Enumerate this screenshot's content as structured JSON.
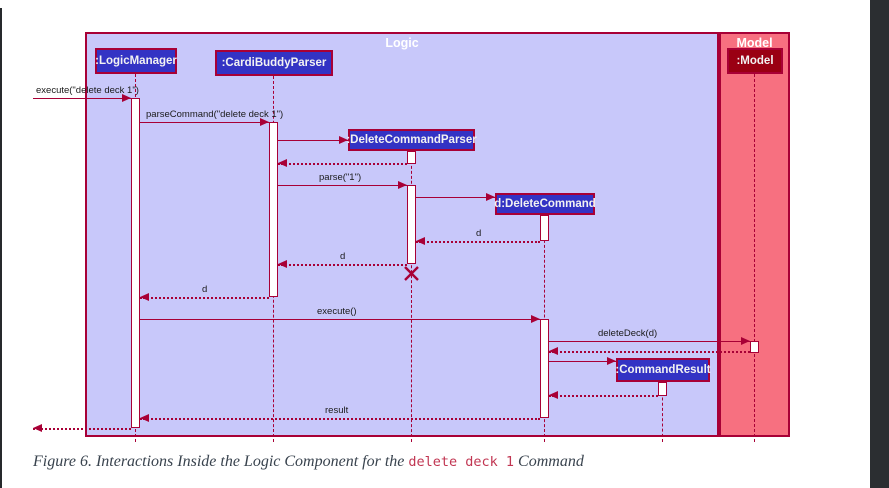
{
  "page": {
    "left_edge_color": "#26292c",
    "right_panel_color": "#2b2e31"
  },
  "diagram": {
    "frames": [
      {
        "title": "Logic",
        "bg": "#C8C8FA",
        "border": "#A80036"
      },
      {
        "title": "Model",
        "bg": "#F77080",
        "border": "#A80036"
      }
    ],
    "participants": [
      {
        "name": ":LogicManager",
        "fill": "#3333C4"
      },
      {
        "name": ":CardiBuddyParser",
        "fill": "#3333C4"
      },
      {
        "name": ":DeleteCommandParser",
        "fill": "#3333C4"
      },
      {
        "name": "d:DeleteCommand",
        "fill": "#3333C4"
      },
      {
        "name": ":CommandResult",
        "fill": "#3333C4"
      },
      {
        "name": ":Model",
        "fill": "#9A0013"
      }
    ],
    "messages": [
      {
        "label": "execute(\"delete deck 1\")",
        "from": "caller",
        "to": ":LogicManager",
        "style": "solid"
      },
      {
        "label": "parseCommand(\"delete deck 1\")",
        "from": ":LogicManager",
        "to": ":CardiBuddyParser",
        "style": "solid"
      },
      {
        "label": "",
        "from": ":CardiBuddyParser",
        "to": ":DeleteCommandParser",
        "style": "solid-create"
      },
      {
        "label": "",
        "from": ":DeleteCommandParser",
        "to": ":CardiBuddyParser",
        "style": "return"
      },
      {
        "label": "parse(\"1\")",
        "from": ":CardiBuddyParser",
        "to": ":DeleteCommandParser",
        "style": "solid"
      },
      {
        "label": "",
        "from": ":DeleteCommandParser",
        "to": "d:DeleteCommand",
        "style": "solid-create"
      },
      {
        "label": "d",
        "from": "d:DeleteCommand",
        "to": ":DeleteCommandParser",
        "style": "return"
      },
      {
        "label": "d",
        "from": ":DeleteCommandParser",
        "to": ":CardiBuddyParser",
        "style": "return"
      },
      {
        "label": "d",
        "from": ":CardiBuddyParser",
        "to": ":LogicManager",
        "style": "return"
      },
      {
        "label": "execute()",
        "from": ":LogicManager",
        "to": "d:DeleteCommand",
        "style": "solid"
      },
      {
        "label": "deleteDeck(d)",
        "from": "d:DeleteCommand",
        "to": ":Model",
        "style": "solid"
      },
      {
        "label": "",
        "from": ":Model",
        "to": "d:DeleteCommand",
        "style": "return"
      },
      {
        "label": "",
        "from": "d:DeleteCommand",
        "to": ":CommandResult",
        "style": "solid-create"
      },
      {
        "label": "",
        "from": ":CommandResult",
        "to": "d:DeleteCommand",
        "style": "return"
      },
      {
        "label": "result",
        "from": "d:DeleteCommand",
        "to": ":LogicManager",
        "style": "return"
      },
      {
        "label": "",
        "from": ":LogicManager",
        "to": "caller",
        "style": "return"
      }
    ],
    "colors": {
      "arrow": "#A80036",
      "activation_fill": "#ffffff",
      "destroy_mark": "#A80036"
    }
  },
  "caption": {
    "prefix": "Figure 6. Interactions Inside the Logic Component for the ",
    "code": "delete deck 1",
    "suffix": " Command"
  }
}
